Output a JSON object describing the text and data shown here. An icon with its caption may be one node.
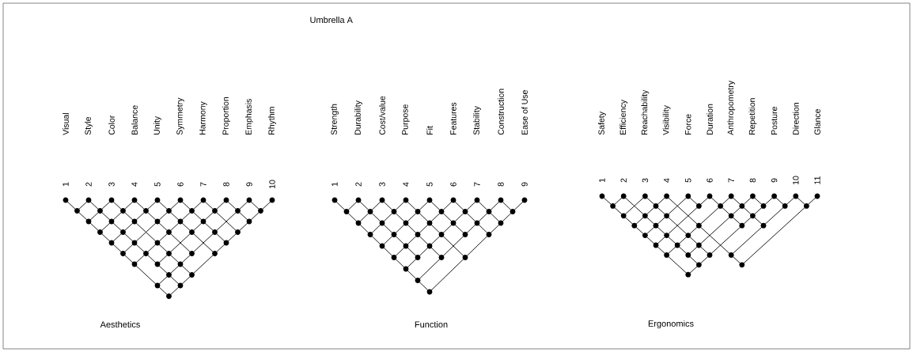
{
  "diagram": {
    "title": "Umbrella A",
    "labels": [
      "Visual",
      "Style",
      "Color",
      "Balance",
      "Unity",
      "Symmetry",
      "Harmony",
      "Proportion",
      "Emphasis",
      "Rhythm",
      "Strength",
      "Durability",
      "Cost/value",
      "Purpose",
      "Fit",
      "Features",
      "Stability",
      "Construction",
      "Ease of Use",
      "Safety",
      "Efficiency",
      "Reachability",
      "Visibility",
      "Force",
      "Duration",
      "Anthropometry",
      "Repetition",
      "Posture",
      "Direction",
      "Glance",
      "1",
      "2",
      "3",
      "4",
      "5",
      "6",
      "7",
      "8",
      "9",
      "10",
      "1",
      "2",
      "3",
      "4",
      "5",
      "6",
      "7",
      "8",
      "9",
      "1",
      "2",
      "3",
      "4",
      "5",
      "6",
      "7",
      "8",
      "9",
      "10",
      "11",
      "Aesthetics",
      "Function",
      "Ergonomics"
    ]
  }
}
